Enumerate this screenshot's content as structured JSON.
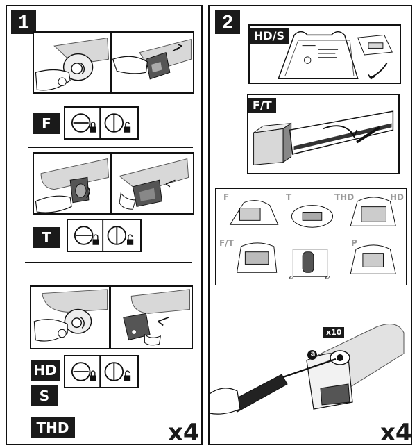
{
  "step1": {
    "number": "1",
    "types": {
      "f": "F",
      "t": "T",
      "hd": "HD",
      "s": "S",
      "thd": "THD"
    },
    "multiplier": "x4"
  },
  "step2": {
    "number": "2",
    "tags": {
      "hds": "HD/S",
      "ft": "F/T"
    },
    "variants": {
      "f": "F",
      "t": "T",
      "thd": "THD",
      "hd": "HD",
      "ft": "F/T",
      "p": "P"
    },
    "count_x2_a": "x2",
    "count_x2_b": "x2",
    "screw_count": "x10",
    "marker": "a",
    "multiplier": "x4"
  },
  "colors": {
    "ink": "#1a1a1a",
    "grey": "#9a9a9a",
    "shade": "#d8d8d8"
  }
}
